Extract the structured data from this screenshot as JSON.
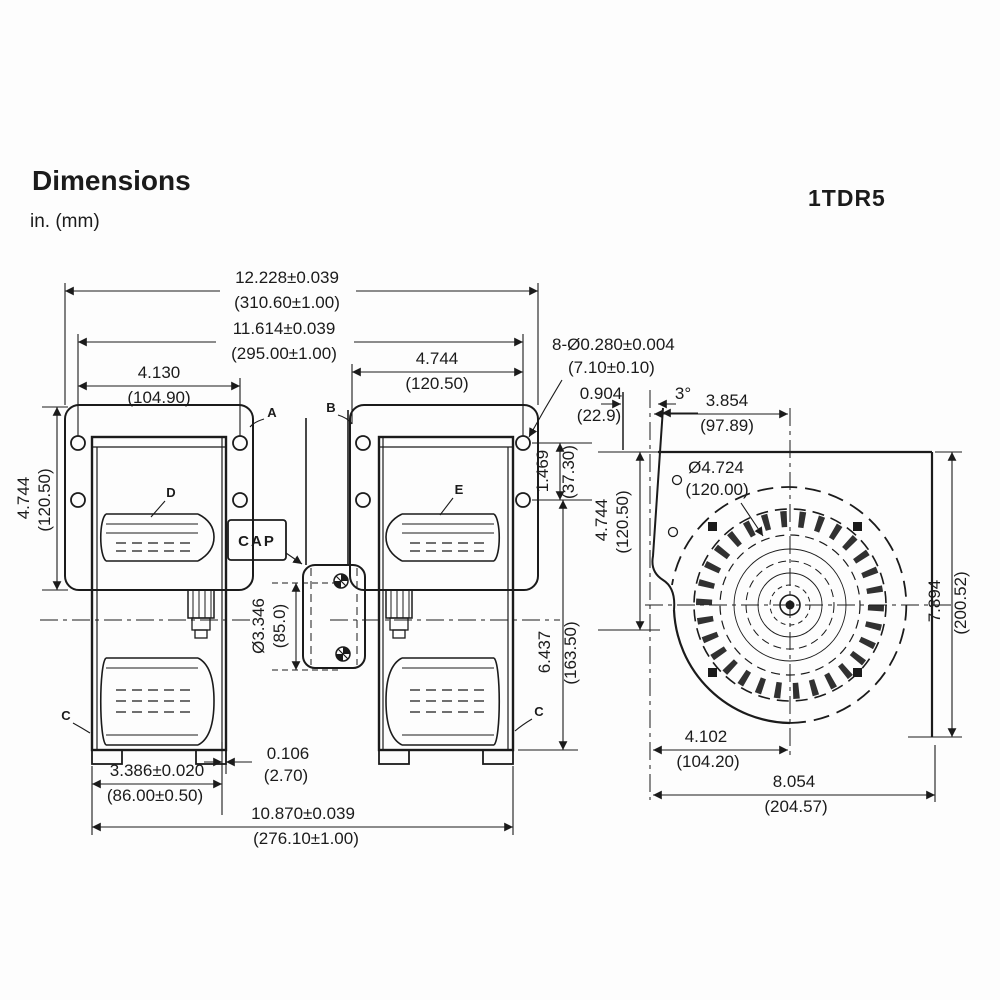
{
  "header": {
    "title": "Dimensions",
    "units": "in. (mm)",
    "model": "1TDR5"
  },
  "palette": {
    "ink": "#1b1b1b",
    "paper": "#fdfdfd"
  },
  "dims": {
    "overall_width": {
      "in": "12.228±0.039",
      "mm": "(310.60±1.00)"
    },
    "mount_span": {
      "in": "11.614±0.039",
      "mm": "(295.00±1.00)"
    },
    "left_hole_span": {
      "in": "4.130",
      "mm": "(104.90)"
    },
    "right_hole_span": {
      "in": "4.744",
      "mm": "(120.50)"
    },
    "mount_holes": {
      "in": "8-Ø0.280±0.004",
      "mm": "(7.10±0.10)"
    },
    "inlet_offset": {
      "in": "0.904",
      "mm": "(22.9)"
    },
    "inlet_angle": "3°",
    "outlet_to_center": {
      "in": "3.854",
      "mm": "(97.89)"
    },
    "flange_height": {
      "in": "4.744",
      "mm": "(120.50)"
    },
    "hole_row_spacing": {
      "in": "1.469",
      "mm": "(37.30)"
    },
    "center_to_bottom": {
      "in": "6.437",
      "mm": "(163.50)"
    },
    "motor_dia": {
      "in": "Ø3.346",
      "mm": "(85.0)"
    },
    "side_flange_height": {
      "in": "4.744",
      "mm": "(120.50)"
    },
    "inlet_dia": {
      "in": "Ø4.724",
      "mm": "(120.00)"
    },
    "housing_height": {
      "in": "7.894",
      "mm": "(200.52)"
    },
    "wall_gap": {
      "in": "0.106",
      "mm": "(2.70)"
    },
    "housing_width": {
      "in": "3.386±0.020",
      "mm": "(86.00±0.50)"
    },
    "base_span": {
      "in": "10.870±0.039",
      "mm": "(276.10±1.00)"
    },
    "center_to_outlet": {
      "in": "4.102",
      "mm": "(104.20)"
    },
    "overall_depth": {
      "in": "8.054",
      "mm": "(204.57)"
    }
  },
  "callouts": {
    "cap": "CAP",
    "a": "A",
    "b": "B",
    "c": "C",
    "d": "D",
    "e": "E"
  }
}
